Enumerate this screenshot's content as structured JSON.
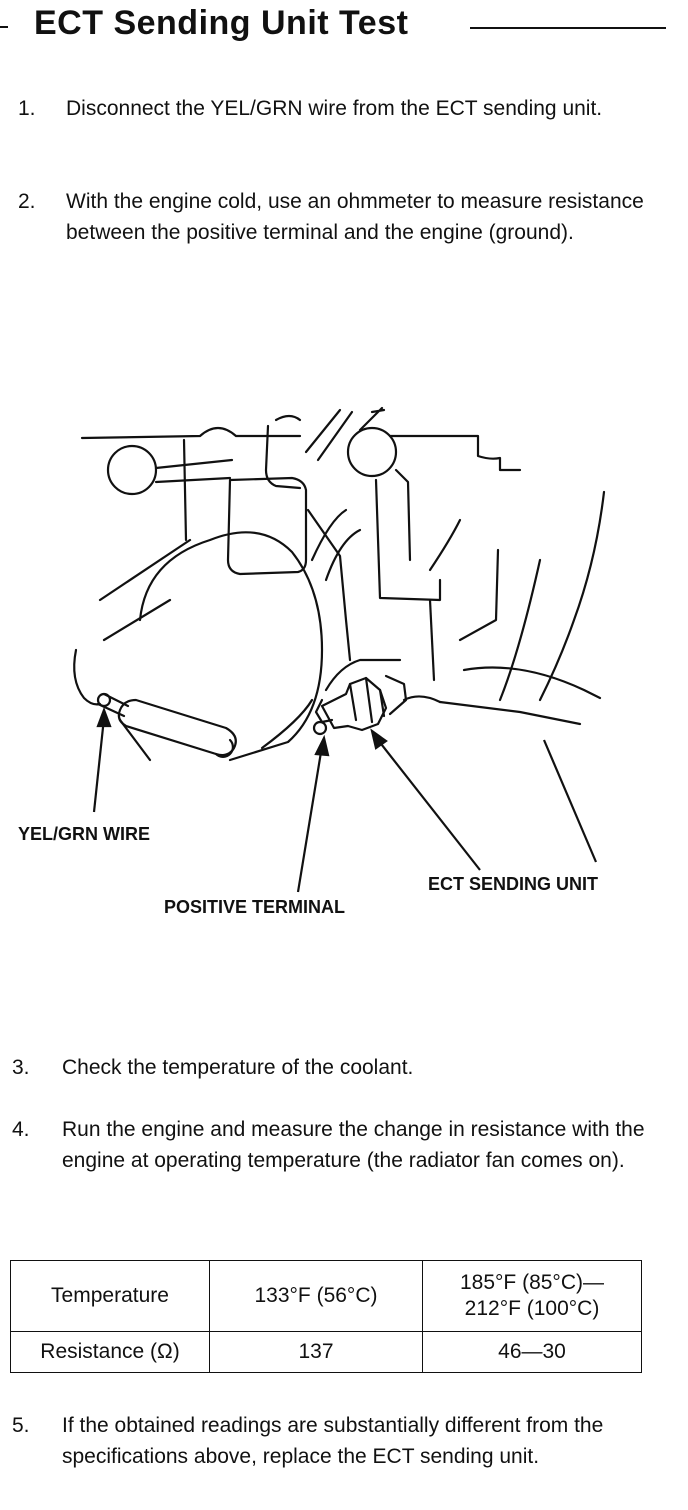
{
  "title": "ECT Sending Unit Test",
  "steps": [
    {
      "num": "1.",
      "text": "Disconnect the YEL/GRN wire from the ECT sending unit."
    },
    {
      "num": "2.",
      "text": "With the engine cold, use an ohmmeter to measure resistance between the positive terminal and the engine (ground)."
    },
    {
      "num": "3.",
      "text": "Check the temperature of the coolant."
    },
    {
      "num": "4.",
      "text": "Run the engine and measure the change in resistance with the engine at operating temperature (the radiator fan comes on)."
    },
    {
      "num": "5.",
      "text": "If the obtained readings are substantially different from the specifications above, replace the ECT sending unit."
    }
  ],
  "diagram": {
    "callouts": {
      "yel_grn_wire": "YEL/GRN WIRE",
      "positive_terminal": "POSITIVE TERMINAL",
      "ect_sending_unit": "ECT SENDING UNIT"
    }
  },
  "spec_table": {
    "row1": {
      "label": "Temperature",
      "cold": "133°F (56°C)",
      "hot_line1": "185°F (85°C)—",
      "hot_line2": "212°F (100°C)"
    },
    "row2": {
      "label": "Resistance (Ω)",
      "cold": "137",
      "hot": "46—30"
    }
  }
}
